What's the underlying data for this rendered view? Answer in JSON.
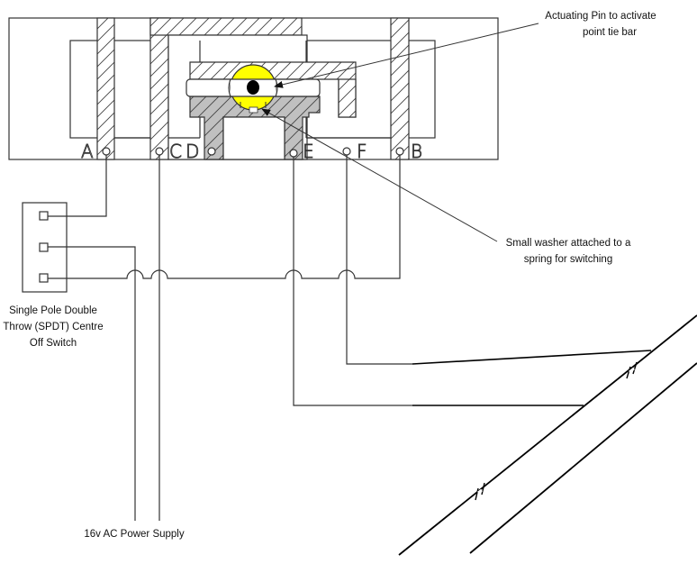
{
  "diagram": {
    "title": "Point motor switching wiring diagram",
    "labels": {
      "actuating_pin": [
        "Actuating Pin to activate",
        "point tie bar"
      ],
      "washer": [
        "Small washer attached to a",
        "spring for switching"
      ],
      "switch": [
        "Single Pole Double",
        "Throw (SPDT) Centre",
        "Off Switch"
      ],
      "power": "16v AC Power Supply"
    },
    "terminals": [
      "A",
      "C",
      "D",
      "E",
      "F",
      "B"
    ],
    "colors": {
      "line": "#333333",
      "hatch": "#555555",
      "pin_yellow": "#ffff00",
      "grey_fill": "#c0c0c0",
      "background": "#ffffff"
    }
  }
}
